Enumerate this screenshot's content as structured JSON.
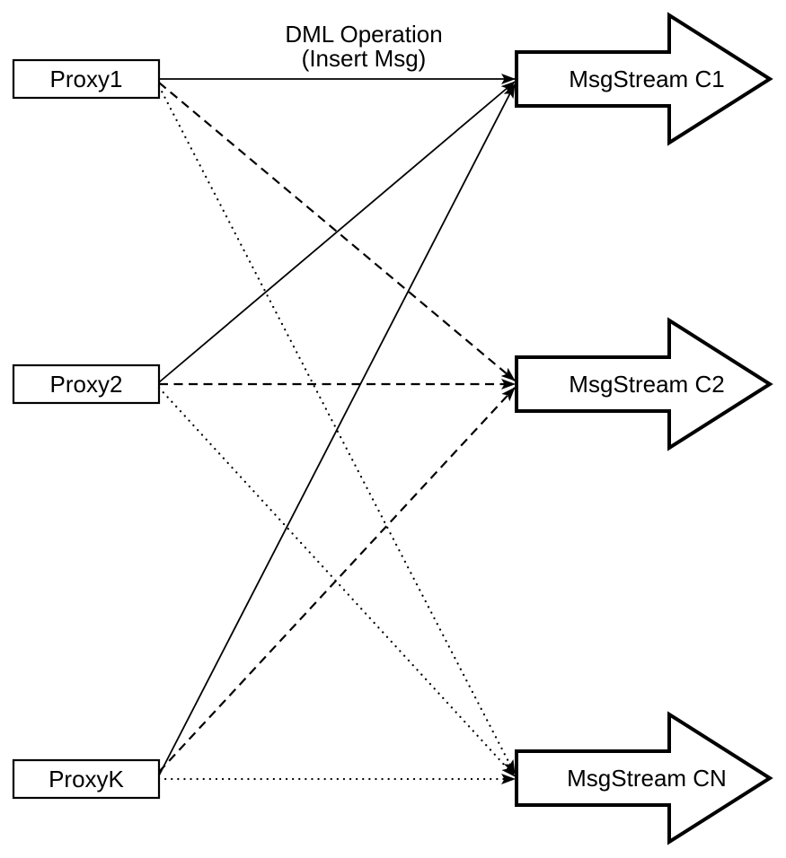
{
  "caption": {
    "line1": "DML Operation",
    "line2": "(Insert Msg)"
  },
  "proxies": [
    {
      "id": "proxy1",
      "label": "Proxy1"
    },
    {
      "id": "proxy2",
      "label": "Proxy2"
    },
    {
      "id": "proxyk",
      "label": "ProxyK"
    }
  ],
  "streams": [
    {
      "id": "c1",
      "label": "MsgStream C1"
    },
    {
      "id": "c2",
      "label": "MsgStream C2"
    },
    {
      "id": "cn",
      "label": "MsgStream CN"
    }
  ],
  "connections": [
    {
      "from": "Proxy1",
      "to": "MsgStream C1",
      "line_style": "solid"
    },
    {
      "from": "Proxy2",
      "to": "MsgStream C1",
      "line_style": "solid"
    },
    {
      "from": "ProxyK",
      "to": "MsgStream C1",
      "line_style": "solid"
    },
    {
      "from": "Proxy1",
      "to": "MsgStream C2",
      "line_style": "dashed"
    },
    {
      "from": "Proxy2",
      "to": "MsgStream C2",
      "line_style": "dashed"
    },
    {
      "from": "ProxyK",
      "to": "MsgStream C2",
      "line_style": "dashed"
    },
    {
      "from": "Proxy1",
      "to": "MsgStream CN",
      "line_style": "dotted"
    },
    {
      "from": "Proxy2",
      "to": "MsgStream CN",
      "line_style": "dotted"
    },
    {
      "from": "ProxyK",
      "to": "MsgStream CN",
      "line_style": "dotted"
    }
  ],
  "colors": {
    "stroke": "#000000",
    "shape_fill": "#ffffff",
    "background": "#ffffff"
  }
}
